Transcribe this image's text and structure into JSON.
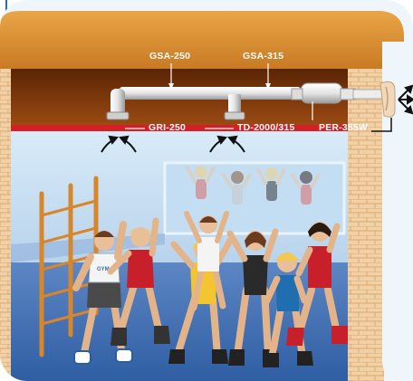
{
  "labels": {
    "gsa_250": "GSA-250",
    "gsa_315": "GSA-315",
    "gri_250": "GRI-250",
    "td_fan": "TD-2000/315",
    "per_grille": "PER-355W"
  },
  "icons": [
    "airflow-arrow-icon",
    "outlet-vent-icon"
  ],
  "colors": {
    "roof": "#d98a2a",
    "duct_band": "#d32027",
    "wall_brick": "#f1d0a5",
    "mirror": "#b7d7f0",
    "floor": "#3f6fb3"
  }
}
